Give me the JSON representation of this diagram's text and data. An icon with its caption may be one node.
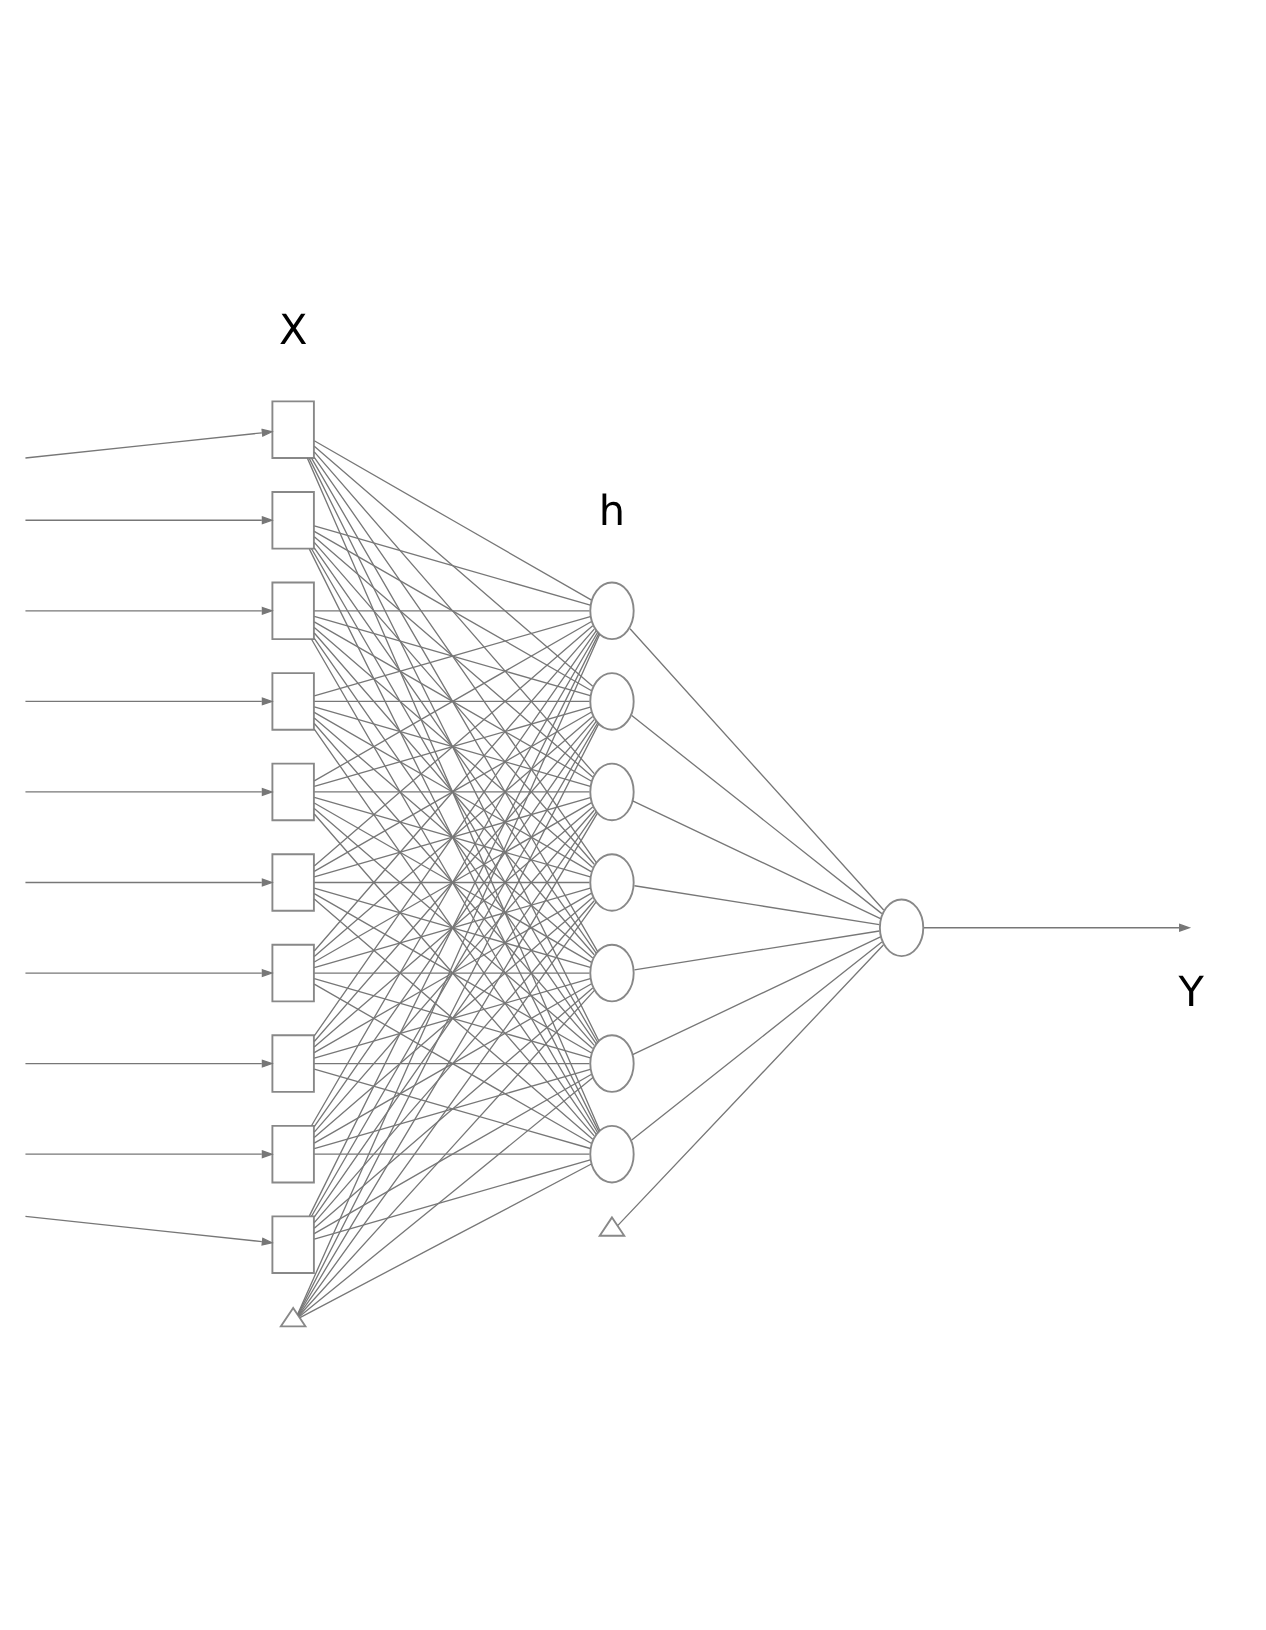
{
  "diagram": {
    "nodes": [
      {
        "text": [],
        "shape": "box"
      },
      {
        "text": [],
        "shape": "box"
      },
      {
        "text": [],
        "shape": "box"
      },
      {
        "text": [],
        "shape": "box"
      },
      {
        "text": [],
        "shape": "box"
      },
      {
        "text": [],
        "shape": "box"
      },
      {
        "text": [],
        "shape": "box"
      },
      {
        "text": [],
        "shape": "box"
      },
      {
        "text": [],
        "shape": "box"
      },
      {
        "text": [],
        "shape": "box"
      },
      {
        "text": [],
        "shape": "circle"
      },
      {
        "text": [],
        "shape": "circle"
      },
      {
        "text": [],
        "shape": "circle"
      },
      {
        "text": [],
        "shape": "circle"
      },
      {
        "text": [],
        "shape": "circle"
      },
      {
        "text": [],
        "shape": "circle"
      },
      {
        "text": [],
        "shape": "circle"
      },
      {
        "text": [],
        "shape": "circle"
      },
      {
        "text": [],
        "shape": "triangle"
      },
      {
        "text": [],
        "shape": "triangle"
      }
    ],
    "edges": [
      {
        "from": null,
        "to": 0,
        "arrow": "to"
      },
      {
        "from": null,
        "to": 1,
        "arrow": "to"
      },
      {
        "from": null,
        "to": 2,
        "arrow": "to"
      },
      {
        "from": null,
        "to": 3,
        "arrow": "to"
      },
      {
        "from": null,
        "to": 4,
        "arrow": "to"
      },
      {
        "from": null,
        "to": 5,
        "arrow": "to"
      },
      {
        "from": null,
        "to": 6,
        "arrow": "to"
      },
      {
        "from": null,
        "to": 7,
        "arrow": "to"
      },
      {
        "from": null,
        "to": 8,
        "arrow": "to"
      },
      {
        "from": null,
        "to": 9,
        "arrow": "to"
      },
      {
        "from": 0,
        "to": 10,
        "arrow": "none"
      },
      {
        "from": 0,
        "to": 11,
        "arrow": "none"
      },
      {
        "from": 0,
        "to": 12,
        "arrow": "none"
      },
      {
        "from": 0,
        "to": 13,
        "arrow": "none"
      },
      {
        "from": 0,
        "to": 14,
        "arrow": "none"
      },
      {
        "from": 0,
        "to": 15,
        "arrow": "none"
      },
      {
        "from": 0,
        "to": 16,
        "arrow": "none"
      },
      {
        "from": 1,
        "to": 10,
        "arrow": "none"
      },
      {
        "from": 1,
        "to": 11,
        "arrow": "none"
      },
      {
        "from": 1,
        "to": 12,
        "arrow": "none"
      },
      {
        "from": 1,
        "to": 13,
        "arrow": "none"
      },
      {
        "from": 1,
        "to": 14,
        "arrow": "none"
      },
      {
        "from": 1,
        "to": 15,
        "arrow": "none"
      },
      {
        "from": 1,
        "to": 16,
        "arrow": "none"
      },
      {
        "from": 2,
        "to": 10,
        "arrow": "none"
      },
      {
        "from": 2,
        "to": 11,
        "arrow": "none"
      },
      {
        "from": 2,
        "to": 12,
        "arrow": "none"
      },
      {
        "from": 2,
        "to": 13,
        "arrow": "none"
      },
      {
        "from": 2,
        "to": 14,
        "arrow": "none"
      },
      {
        "from": 2,
        "to": 15,
        "arrow": "none"
      },
      {
        "from": 2,
        "to": 16,
        "arrow": "none"
      },
      {
        "from": 3,
        "to": 10,
        "arrow": "none"
      },
      {
        "from": 3,
        "to": 11,
        "arrow": "none"
      },
      {
        "from": 3,
        "to": 12,
        "arrow": "none"
      },
      {
        "from": 3,
        "to": 13,
        "arrow": "none"
      },
      {
        "from": 3,
        "to": 14,
        "arrow": "none"
      },
      {
        "from": 3,
        "to": 15,
        "arrow": "none"
      },
      {
        "from": 3,
        "to": 16,
        "arrow": "none"
      },
      {
        "from": 4,
        "to": 10,
        "arrow": "none"
      },
      {
        "from": 4,
        "to": 11,
        "arrow": "none"
      },
      {
        "from": 4,
        "to": 12,
        "arrow": "none"
      },
      {
        "from": 4,
        "to": 13,
        "arrow": "none"
      },
      {
        "from": 4,
        "to": 14,
        "arrow": "none"
      },
      {
        "from": 4,
        "to": 15,
        "arrow": "none"
      },
      {
        "from": 4,
        "to": 16,
        "arrow": "none"
      },
      {
        "from": 5,
        "to": 10,
        "arrow": "none"
      },
      {
        "from": 5,
        "to": 11,
        "arrow": "none"
      },
      {
        "from": 5,
        "to": 12,
        "arrow": "none"
      },
      {
        "from": 5,
        "to": 13,
        "arrow": "none"
      },
      {
        "from": 5,
        "to": 14,
        "arrow": "none"
      },
      {
        "from": 5,
        "to": 15,
        "arrow": "none"
      },
      {
        "from": 5,
        "to": 16,
        "arrow": "none"
      },
      {
        "from": 6,
        "to": 10,
        "arrow": "none"
      },
      {
        "from": 6,
        "to": 11,
        "arrow": "none"
      },
      {
        "from": 6,
        "to": 12,
        "arrow": "none"
      },
      {
        "from": 6,
        "to": 13,
        "arrow": "none"
      },
      {
        "from": 6,
        "to": 14,
        "arrow": "none"
      },
      {
        "from": 6,
        "to": 15,
        "arrow": "none"
      },
      {
        "from": 6,
        "to": 16,
        "arrow": "none"
      },
      {
        "from": 7,
        "to": 10,
        "arrow": "none"
      },
      {
        "from": 7,
        "to": 11,
        "arrow": "none"
      },
      {
        "from": 7,
        "to": 12,
        "arrow": "none"
      },
      {
        "from": 7,
        "to": 13,
        "arrow": "none"
      },
      {
        "from": 7,
        "to": 14,
        "arrow": "none"
      },
      {
        "from": 7,
        "to": 15,
        "arrow": "none"
      },
      {
        "from": 7,
        "to": 16,
        "arrow": "none"
      },
      {
        "from": 8,
        "to": 10,
        "arrow": "none"
      },
      {
        "from": 8,
        "to": 11,
        "arrow": "none"
      },
      {
        "from": 8,
        "to": 12,
        "arrow": "none"
      },
      {
        "from": 8,
        "to": 13,
        "arrow": "none"
      },
      {
        "from": 8,
        "to": 14,
        "arrow": "none"
      },
      {
        "from": 8,
        "to": 15,
        "arrow": "none"
      },
      {
        "from": 8,
        "to": 16,
        "arrow": "none"
      },
      {
        "from": 9,
        "to": 10,
        "arrow": "none"
      },
      {
        "from": 9,
        "to": 11,
        "arrow": "none"
      },
      {
        "from": 9,
        "to": 12,
        "arrow": "none"
      },
      {
        "from": 9,
        "to": 13,
        "arrow": "none"
      },
      {
        "from": 9,
        "to": 14,
        "arrow": "none"
      },
      {
        "from": 9,
        "to": 15,
        "arrow": "none"
      },
      {
        "from": 9,
        "to": 16,
        "arrow": "none"
      },
      {
        "from": 18,
        "to": 10,
        "arrow": "none"
      },
      {
        "from": 18,
        "to": 11,
        "arrow": "none"
      },
      {
        "from": 18,
        "to": 12,
        "arrow": "none"
      },
      {
        "from": 18,
        "to": 13,
        "arrow": "none"
      },
      {
        "from": 18,
        "to": 14,
        "arrow": "none"
      },
      {
        "from": 18,
        "to": 15,
        "arrow": "none"
      },
      {
        "from": 18,
        "to": 16,
        "arrow": "none"
      },
      {
        "from": 10,
        "to": 17,
        "arrow": "none"
      },
      {
        "from": 11,
        "to": 17,
        "arrow": "none"
      },
      {
        "from": 12,
        "to": 17,
        "arrow": "none"
      },
      {
        "from": 13,
        "to": 17,
        "arrow": "none"
      },
      {
        "from": 14,
        "to": 17,
        "arrow": "none"
      },
      {
        "from": 15,
        "to": 17,
        "arrow": "none"
      },
      {
        "from": 16,
        "to": 17,
        "arrow": "none"
      },
      {
        "from": 19,
        "to": 17,
        "arrow": "none"
      },
      {
        "from": 17,
        "to": null,
        "arrow": "to"
      }
    ],
    "labels": [
      "X",
      "h",
      "Y"
    ]
  }
}
